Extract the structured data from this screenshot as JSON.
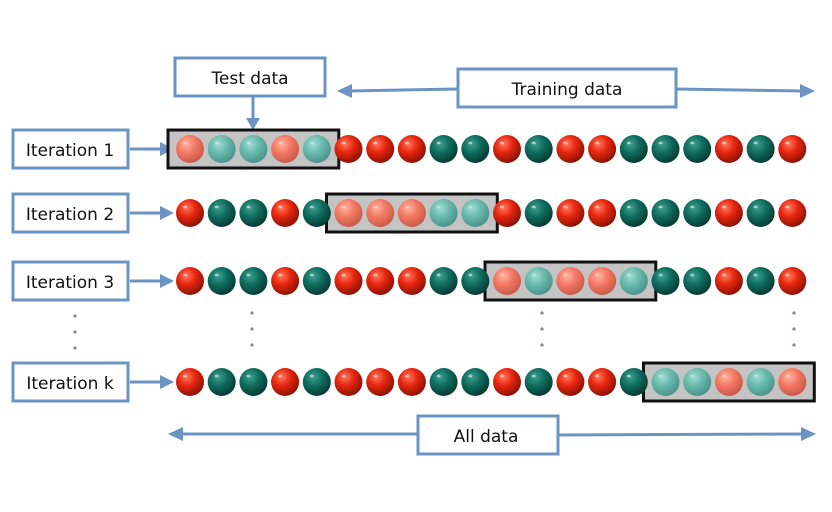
{
  "title": "K-fold cross-validation",
  "labels": {
    "test_data": "Test data",
    "training_data": "Training data",
    "all_data": "All data"
  },
  "data_points": [
    "R",
    "G",
    "G",
    "R",
    "G",
    "R",
    "R",
    "R",
    "G",
    "G",
    "R",
    "G",
    "R",
    "R",
    "G",
    "G",
    "G",
    "R",
    "G",
    "R"
  ],
  "fold_size": 5,
  "iterations": [
    {
      "label": "Iteration 1",
      "test_fold": 0
    },
    {
      "label": "Iteration 2",
      "test_fold": 1
    },
    {
      "label": "Iteration 3",
      "test_fold": 2
    },
    {
      "label": "Iteration k",
      "test_fold": 3
    }
  ],
  "colors": {
    "label_border": "#6b93c3",
    "arrow": "#6b93c3",
    "fold_fill": "#c4c4c4",
    "fold_border": "#111111",
    "red_train": "#e8260f",
    "red_train_dark": "#8a1204",
    "green_train": "#0f6e60",
    "green_train_dark": "#063a32",
    "red_test": "#f47a64",
    "red_test_dark": "#c85a48",
    "green_test": "#6abbae",
    "green_test_dark": "#4a938a"
  }
}
